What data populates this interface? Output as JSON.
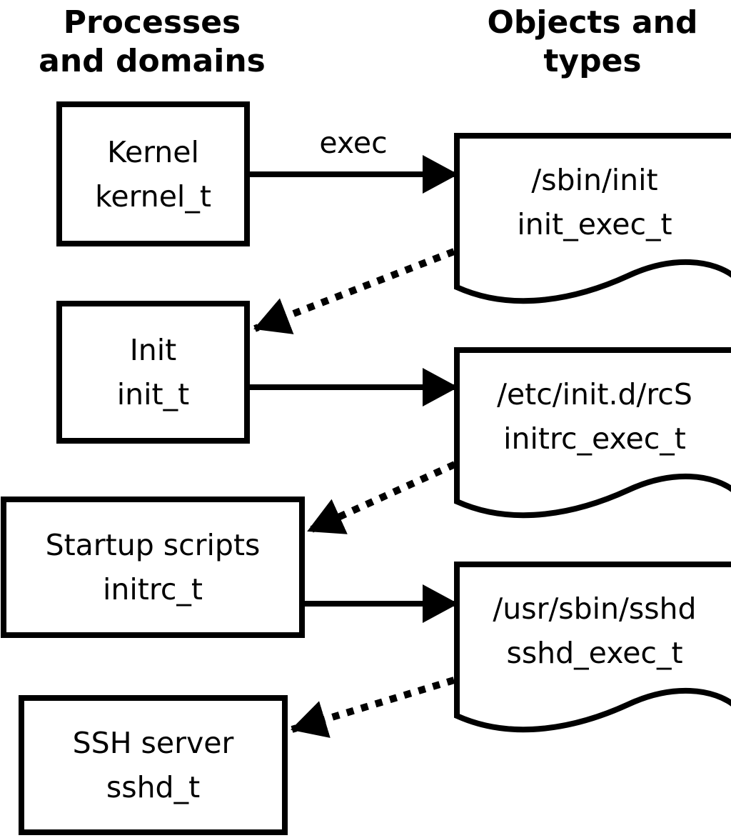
{
  "columns": {
    "left_title_line1": "Processes",
    "left_title_line2": "and domains",
    "right_title_line1": "Objects and",
    "right_title_line2": "types"
  },
  "edge_label": "exec",
  "processes": [
    {
      "name": "Kernel",
      "type": "kernel_t"
    },
    {
      "name": "Init",
      "type": "init_t"
    },
    {
      "name": "Startup scripts",
      "type": "initrc_t"
    },
    {
      "name": "SSH server",
      "type": "sshd_t"
    }
  ],
  "objects": [
    {
      "path": "/sbin/init",
      "type": "init_exec_t"
    },
    {
      "path": "/etc/init.d/rcS",
      "type": "initrc_exec_t"
    },
    {
      "path": "/usr/sbin/sshd",
      "type": "sshd_exec_t"
    }
  ],
  "colors": {
    "foreground": "#000000",
    "background": "#ffffff"
  }
}
